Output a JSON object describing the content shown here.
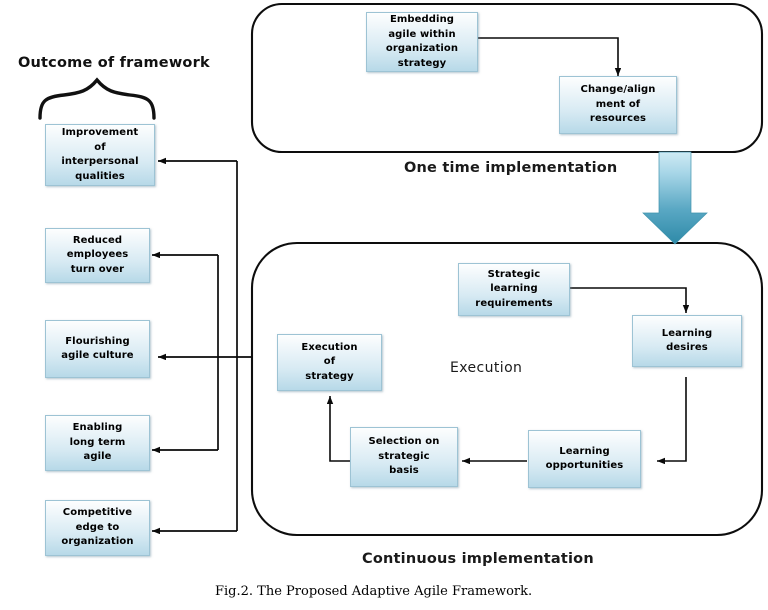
{
  "figure": {
    "caption": "Fig.2. The Proposed Adaptive Agile Framework.",
    "outcome_heading": "Outcome of framework",
    "execution_label": "Execution",
    "one_time_label": "One time implementation",
    "continuous_label": "Continuous implementation"
  },
  "colors": {
    "box_fill_top": "#fdfefe",
    "box_fill_bottom": "#b7d9e8",
    "box_border": "#9dc3d4",
    "container_border": "#0d0d0d",
    "arrow_gradient_top": "#bfe3f0",
    "arrow_gradient_bottom": "#2e8aa8",
    "connector": "#0a0a0a",
    "text": "#000000"
  },
  "outcomes": [
    {
      "id": "improvement-interpersonal",
      "lines": [
        "Improvement",
        "of",
        "interpersonal",
        "qualities"
      ]
    },
    {
      "id": "reduced-turnover",
      "lines": [
        "Reduced",
        "employees",
        "turn over"
      ]
    },
    {
      "id": "flourishing-culture",
      "lines": [
        "Flourishing",
        "agile culture"
      ]
    },
    {
      "id": "enabling-long-term",
      "lines": [
        "Enabling",
        "long term",
        "agile"
      ]
    },
    {
      "id": "competitive-edge",
      "lines": [
        "Competitive",
        "edge to",
        "organization"
      ]
    }
  ],
  "one_time": [
    {
      "id": "embedding-agile",
      "lines": [
        "Embedding",
        "agile within",
        "organization",
        "strategy"
      ]
    },
    {
      "id": "change-alignment",
      "lines": [
        "Change/align",
        "ment of",
        "resources"
      ]
    }
  ],
  "continuous": [
    {
      "id": "strategic-learning-requirements",
      "lines": [
        "Strategic",
        "learning",
        "requirements"
      ]
    },
    {
      "id": "learning-desires",
      "lines": [
        "Learning",
        "desires"
      ]
    },
    {
      "id": "learning-opportunities",
      "lines": [
        "Learning",
        "opportunities"
      ]
    },
    {
      "id": "selection-strategic-basis",
      "lines": [
        "Selection on",
        "strategic",
        "basis"
      ]
    },
    {
      "id": "execution-of-strategy",
      "lines": [
        "Execution",
        "of",
        "strategy"
      ]
    }
  ],
  "icons": {
    "brace": "curly-brace-icon",
    "flow_arrow": "down-flow-arrow-icon"
  }
}
